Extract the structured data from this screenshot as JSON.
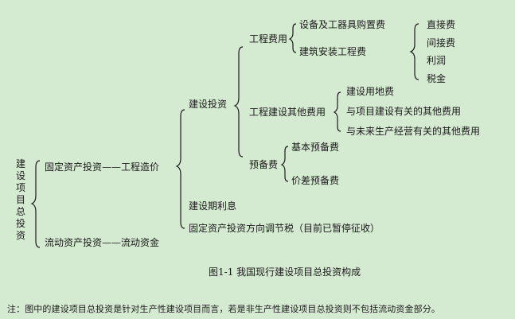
{
  "root": "建设项目总投资",
  "level1": {
    "fixed_asset": "固定资产投资——工程造价",
    "working_capital": "流动资产投资——流动资金"
  },
  "level2": {
    "construction_investment": "建设投资",
    "construction_interest": "建设期利息",
    "adjustment_tax": "固定资产投资方向调节税（目前已暂停征收）"
  },
  "level3": {
    "engineering_cost": "工程费用",
    "other_cost": "工程建设其他费用",
    "reserve": "预备费"
  },
  "engineering_items": [
    "设备及工器具购置费",
    "建筑安装工程费"
  ],
  "installation_items": [
    "直接费",
    "间接费",
    "利润",
    "税金"
  ],
  "other_items": [
    "建设用地费",
    "与项目建设有关的其他费用",
    "与未来生产经营有关的其他费用"
  ],
  "reserve_items": [
    "基本预备费",
    "价差预备费"
  ],
  "caption": "图1-1 我国现行建设项目总投资构成",
  "note": "注：图中的建设项目总投资是针对生产性建设项目而言，若是非生产性建设项目总投资则不包括流动资金部分。"
}
